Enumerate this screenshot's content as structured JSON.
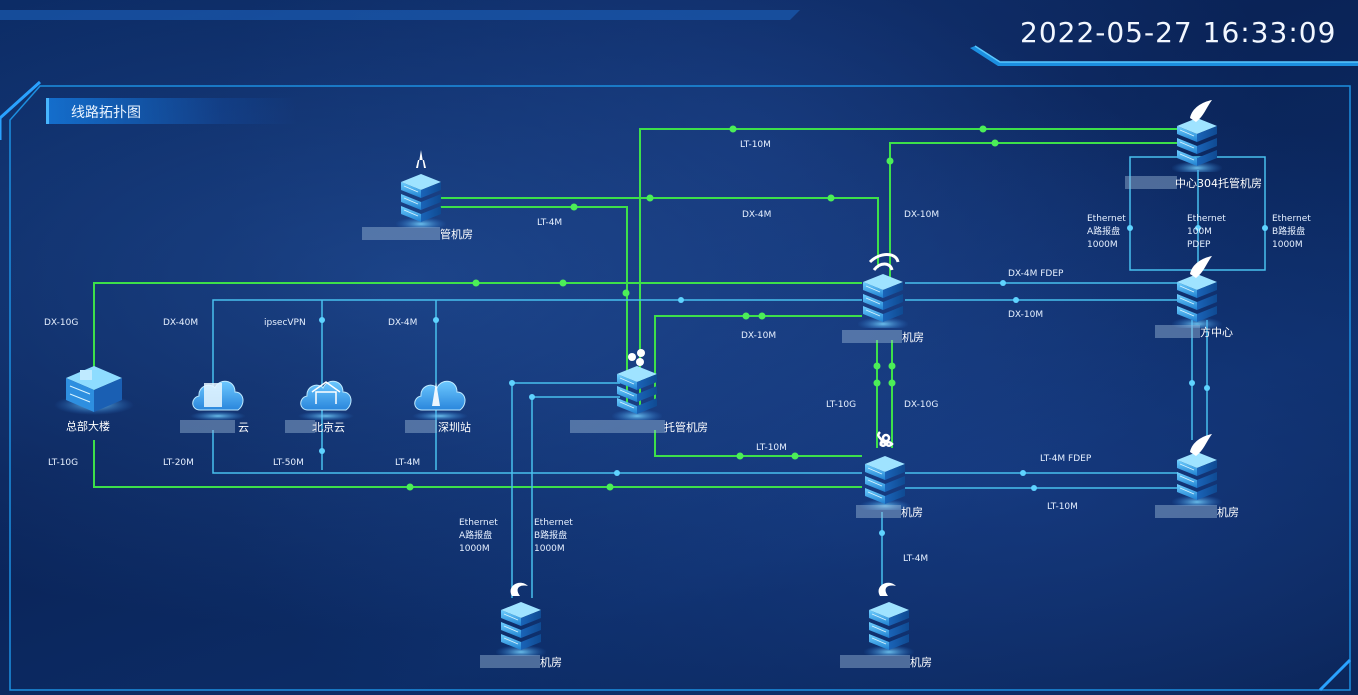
{
  "header": {
    "datetime": "2022-05-27 16:33:09"
  },
  "panel": {
    "title": "线路拓扑图"
  },
  "colors": {
    "green_link": "#3de04a",
    "blue_link": "#48c0ee",
    "frame": "#1c8fe0",
    "background": "#0a2357"
  },
  "nodes": {
    "hq": {
      "label": "总部大楼",
      "icon": "building-icon"
    },
    "cloud_a": {
      "label": "云",
      "icon": "cloud-server-icon"
    },
    "cloud_bj": {
      "label": "北京云",
      "icon": "cloud-temple-icon"
    },
    "cloud_sz": {
      "label": "深圳站",
      "icon": "cloud-tower-icon"
    },
    "idc_top": {
      "label": "管机房",
      "icon": "server-rack-icon",
      "logo": "tower-logo"
    },
    "idc_mid": {
      "label": "托管机房",
      "icon": "server-rack-icon",
      "logo": "leaf-logo"
    },
    "telecom_room": {
      "label": "机房",
      "icon": "server-rack-icon",
      "logo": "china-telecom-logo"
    },
    "center304": {
      "label": "中心304托管机房",
      "icon": "server-rack-icon",
      "logo": "feather-logo"
    },
    "center_b": {
      "label": "方中心",
      "icon": "server-rack-icon",
      "logo": "feather-logo"
    },
    "unicom_room": {
      "label": "机房",
      "icon": "server-rack-icon",
      "logo": "china-unicom-logo"
    },
    "right_room": {
      "label": "机房",
      "icon": "server-rack-icon",
      "logo": "feather-logo"
    },
    "bottom_left": {
      "label": "机房",
      "icon": "server-rack-icon",
      "logo": "china-mobile-logo"
    },
    "bottom_mid": {
      "label": "机房",
      "icon": "server-rack-icon",
      "logo": "china-mobile-logo"
    }
  },
  "links": {
    "lt10m_top": "LT-10M",
    "lt4m_top": "LT-4M",
    "dx4m_top": "DX-4M",
    "dx10m_v": "DX-10M",
    "eth_a_top": [
      "Ethernet",
      "A路报盘",
      "1000M"
    ],
    "eth_mid_top": [
      "Ethernet",
      "100M",
      "PDEP"
    ],
    "eth_b_top": [
      "Ethernet",
      "B路报盘",
      "1000M"
    ],
    "dx4m_fdep": "DX-4M FDEP",
    "dx10m_right": "DX-10M",
    "dx10g_left": "DX-10G",
    "dx40m": "DX-40M",
    "ipsecvpn": "ipsecVPN",
    "dx4m_sz": "DX-4M",
    "dx10m_mid": "DX-10M",
    "lt10g_v": "LT-10G",
    "dx10g_v": "DX-10G",
    "lt10m_mid": "LT-10M",
    "lt10g_left": "LT-10G",
    "lt20m": "LT-20M",
    "lt50m": "LT-50M",
    "lt4m_sz": "LT-4M",
    "lt4m_fdep": "LT-4M FDEP",
    "lt10m_right": "LT-10M",
    "eth_a_bottom": [
      "Ethernet",
      "A路报盘",
      "1000M"
    ],
    "eth_b_bottom": [
      "Ethernet",
      "B路报盘",
      "1000M"
    ],
    "lt4m_bottom": "LT-4M"
  }
}
